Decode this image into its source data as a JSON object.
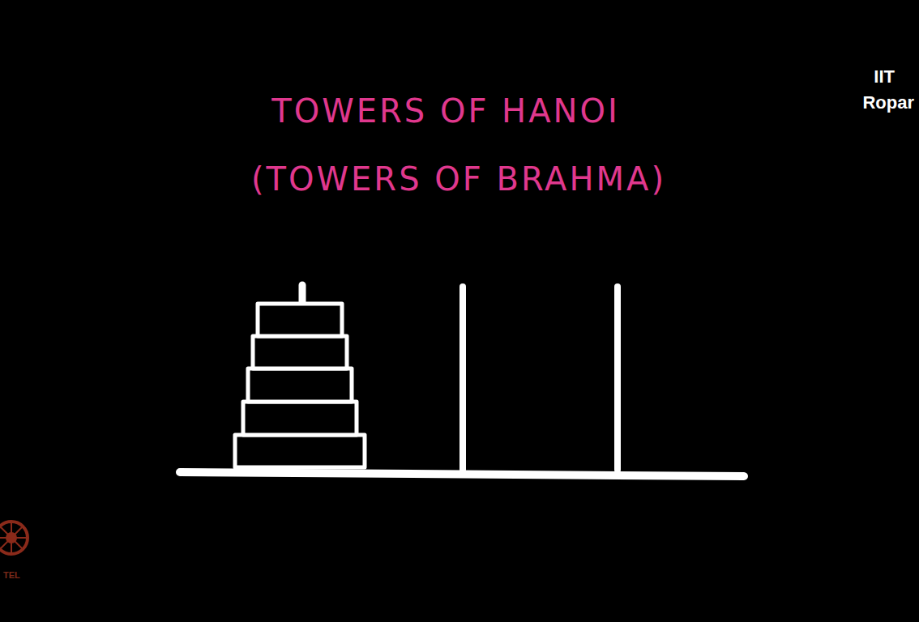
{
  "diagram": {
    "title": "TOWERS OF HANOI",
    "labels": [
      "(TOWERS OF BRAHMA)",
      "IIT",
      "Ropar",
      "TEL"
    ]
  }
}
